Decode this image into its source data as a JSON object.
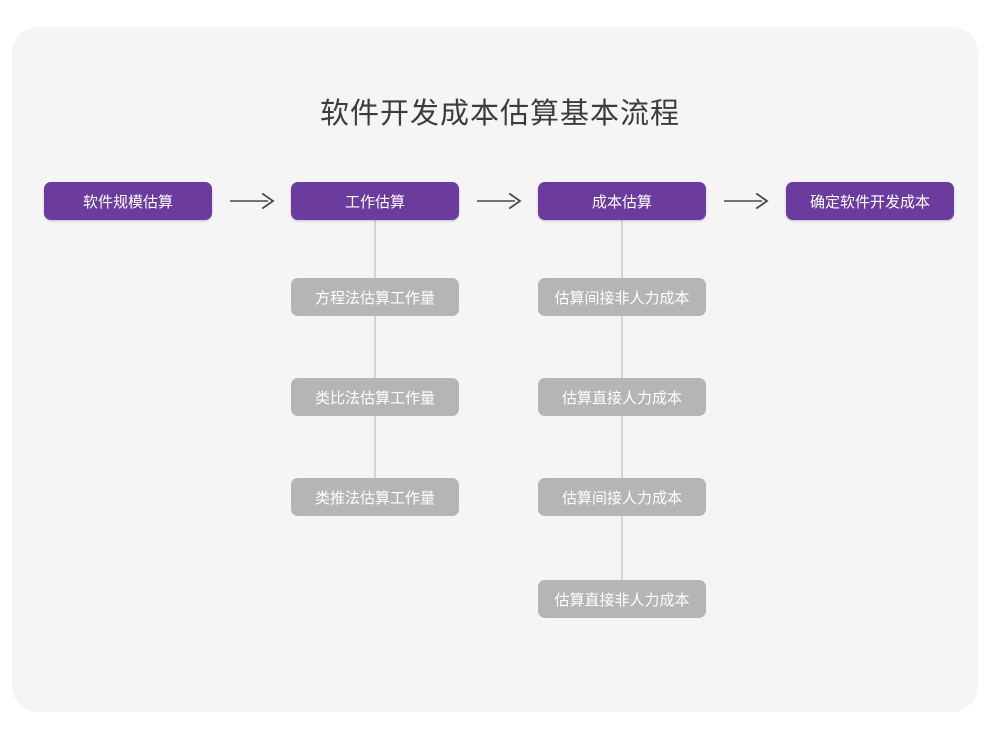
{
  "diagram": {
    "title": "软件开发成本估算基本流程",
    "colors": {
      "page_background": "#ffffff",
      "card_background": "#f5f5f6",
      "primary_node": "#6b3b9e",
      "sub_node": "#b5b5b5",
      "connector_line": "#d4d4d4",
      "arrow": "#4a4a4a",
      "title_text": "#3c3c3c",
      "node_text": "#ffffff"
    },
    "flow": {
      "steps": [
        {
          "label": "软件规模估算",
          "children": []
        },
        {
          "label": "工作估算",
          "children": [
            "方程法估算工作量",
            "类比法估算工作量",
            "类推法估算工作量"
          ]
        },
        {
          "label": "成本估算",
          "children": [
            "估算间接非人力成本",
            "估算直接人力成本",
            "估算间接人力成本",
            "估算直接非人力成本"
          ]
        },
        {
          "label": "确定软件开发成本",
          "children": []
        }
      ],
      "connector_arrows": [
        {
          "from": "软件规模估算",
          "to": "工作估算",
          "glyph": "arrow-right-icon"
        },
        {
          "from": "工作估算",
          "to": "成本估算",
          "glyph": "arrow-right-icon"
        },
        {
          "from": "成本估算",
          "to": "确定软件开发成本",
          "glyph": "arrow-right-icon"
        }
      ]
    }
  }
}
